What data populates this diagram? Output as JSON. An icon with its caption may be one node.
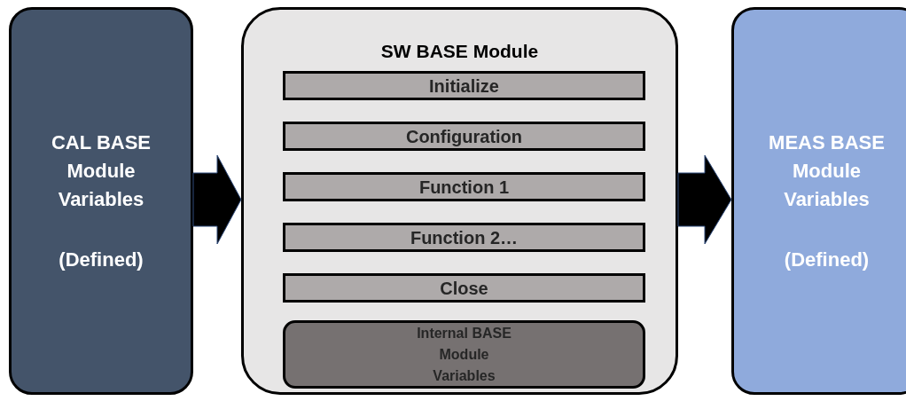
{
  "diagram": {
    "nodes": [
      {
        "text": [
          "CAL BASE Module Variables",
          "(Defined)"
        ]
      },
      {
        "text": [
          "SW BASE Module"
        ]
      },
      {
        "text": [
          "Initialize"
        ],
        "in": 1
      },
      {
        "text": [
          "Configuration"
        ],
        "in": 1
      },
      {
        "text": [
          "Function 1"
        ],
        "in": 1
      },
      {
        "text": [
          "Function 2…"
        ],
        "in": 1
      },
      {
        "text": [
          "Close"
        ],
        "in": 1
      },
      {
        "text": [
          "Internal BASE Module Variables"
        ],
        "in": 1
      },
      {
        "text": [
          "MEAS BASE Module Variables",
          "(Defined)"
        ]
      }
    ],
    "edges": [
      {
        "from": 0,
        "to": 1,
        "arrow": "to",
        "style": "thick"
      },
      {
        "from": 1,
        "to": 8,
        "arrow": "to",
        "style": "thick"
      }
    ]
  }
}
